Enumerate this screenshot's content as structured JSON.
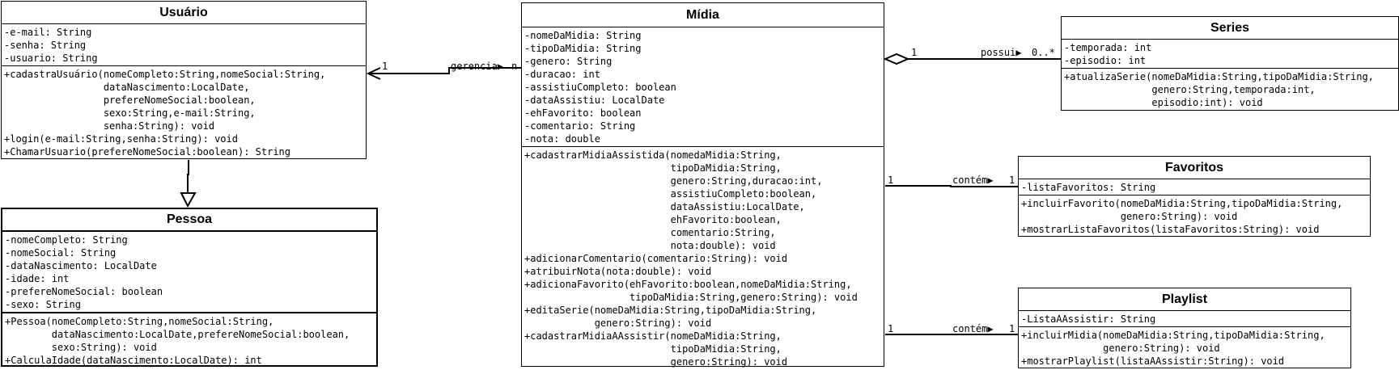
{
  "classes": {
    "usuario": {
      "name": "Usuário",
      "attributes": [
        "-e-mail: String",
        "-senha: String",
        "-usuario: String"
      ],
      "methods": [
        "+cadastraUsuário(nomeCompleto:String,nomeSocial:String,",
        "                 dataNascimento:LocalDate,",
        "                 prefereNomeSocial:boolean,",
        "                 sexo:String,e-mail:String,",
        "                 senha:String): void",
        "+login(e-mail:String,senha:String): void",
        "+ChamarUsuario(prefereNomeSocial:boolean): String"
      ]
    },
    "pessoa": {
      "name": "Pessoa",
      "attributes": [
        "-nomeCompleto: String",
        "-nomeSocial: String",
        "-dataNascimento: LocalDate",
        "-idade: int",
        "-prefereNomeSocial: boolean",
        "-sexo: String"
      ],
      "methods": [
        "+Pessoa(nomeCompleto:String,nomeSocial:String,",
        "        dataNascimento:LocalDate,prefereNomeSocial:boolean,",
        "        sexo:String): void",
        "+CalculaIdade(dataNascimento:LocalDate): int"
      ]
    },
    "midia": {
      "name": "Mídia",
      "attributes": [
        "-nomeDaMidia: String",
        "-tipoDaMidia: String",
        "-genero: String",
        "-duracao: int",
        "-assistiuCompleto: boolean",
        "-dataAssistiu: LocalDate",
        "-ehFavorito: boolean",
        "-comentario: String",
        "-nota: double"
      ],
      "methods": [
        "+cadastrarMidiaAssistida(nomedaMidia:String,",
        "                         tipoDaMidia:String,",
        "                         genero:String,duracao:int,",
        "                         assistiuCompleto:boolean,",
        "                         dataAssistiu:LocalDate,",
        "                         ehFavorito:boolean,",
        "                         comentario:String,",
        "                         nota:double): void",
        "+adicionarComentario(comentario:String): void",
        "+atribuirNota(nota:double): void",
        "+adicionaFavorito(ehFavorito:boolean,nomeDaMidia:String,",
        "                  tipoDaMidia:String,genero:String): void",
        "+editaSerie(nomeDaMidia:String,tipoDaMidia:String,",
        "            genero:String): void",
        "+cadastrarMidiaAAssistir(nomeDaMidia:String,",
        "                         tipoDaMidia:String,",
        "                         genero:String): void"
      ]
    },
    "series": {
      "name": "Series",
      "attributes": [
        "-temporada: int",
        "-episodio: int"
      ],
      "methods": [
        "+atualizaSerie(nomeDaMidia:String,tipoDaMidia:String,",
        "               genero:String,temporada:int,",
        "               episodio:int): void"
      ]
    },
    "favoritos": {
      "name": "Favoritos",
      "attributes": [
        "-listaFavoritos: String"
      ],
      "methods": [
        "+incluirFavorito(nomeDaMidia:String,tipoDaMidia:String,",
        "                 genero:String): void",
        "+mostrarListaFavoritos(listaFavoritos:String): void"
      ]
    },
    "playlist": {
      "name": "Playlist",
      "attributes": [
        "-ListaAAssistir: String"
      ],
      "methods": [
        "+incluirMidia(nomeDaMidia:String,tipoDaMidia:String,",
        "              genero:String): void",
        "+mostrarPlaylist(listaAAssistir:String): void"
      ]
    }
  },
  "associations": {
    "gerencia": {
      "label": "gerencia▶",
      "near_usuario": "1",
      "near_midia": "n"
    },
    "possui": {
      "label": "possui▶",
      "near_midia": "1",
      "near_series": "0..*"
    },
    "contem_favoritos": {
      "label": "contém▶",
      "near_midia": "1",
      "near_favoritos": "1"
    },
    "contem_playlist": {
      "label": "contém▶",
      "near_midia": "1",
      "near_playlist": "1"
    }
  }
}
